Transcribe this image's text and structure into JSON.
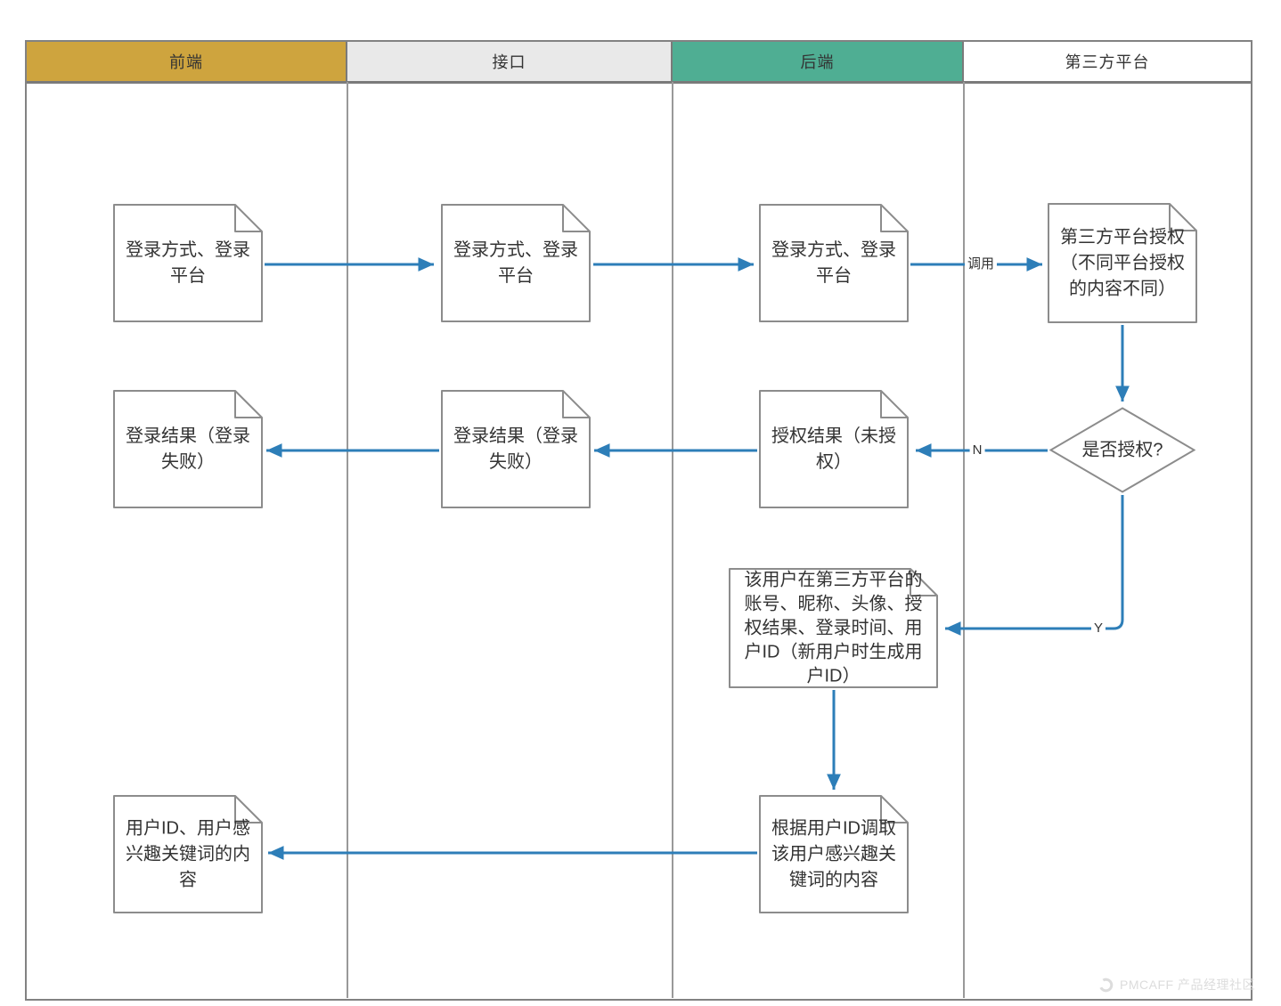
{
  "colors": {
    "frontend_lane": "#CEA43E",
    "api_lane": "#E9E9E9",
    "backend_lane": "#4FAE93",
    "thirdparty_lane": "#FFFFFF",
    "table_border": "#828282",
    "header_divider": "#7A7A7A",
    "lane_line": "#999999",
    "shape_border": "#8C8C8C",
    "shape_fill": "#FFFFFF",
    "arrow": "#2D7EB8",
    "text": "#333333",
    "watermark": "#DCDCDC"
  },
  "lanes": [
    {
      "label": "前端"
    },
    {
      "label": "接口"
    },
    {
      "label": "后端"
    },
    {
      "label": "第三方平台"
    }
  ],
  "nodes": {
    "frontend_login_request": "登录方式、登录平台",
    "api_login_request": "登录方式、登录平台",
    "backend_login_request": "登录方式、登录平台",
    "thirdparty_auth": "第三方平台授权（不同平台授权的内容不同）",
    "frontend_login_result": "登录结果（登录失败）",
    "api_login_result": "登录结果（登录失败）",
    "backend_auth_result": "授权结果（未授权）",
    "backend_user_info": "该用户在第三方平台的账号、昵称、头像、授权结果、登录时间、用户ID（新用户时生成用户ID）",
    "backend_fetch_content": "根据用户ID调取该用户感兴趣关键词的内容",
    "frontend_user_content": "用户ID、用户感兴趣关键词的内容"
  },
  "decision": "是否授权?",
  "edge_labels": {
    "call": "调用",
    "no": "N",
    "yes": "Y"
  },
  "watermark": "PMCAFF 产品经理社区"
}
